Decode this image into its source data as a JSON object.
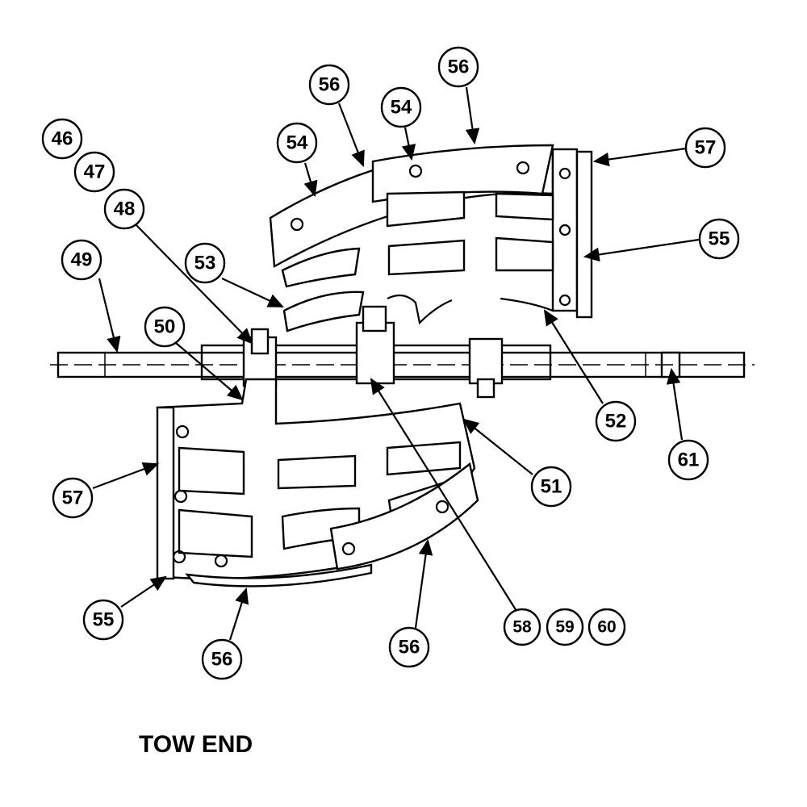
{
  "diagram": {
    "title": "TOW END",
    "callouts": [
      {
        "label": "46"
      },
      {
        "label": "47"
      },
      {
        "label": "48"
      },
      {
        "label": "49"
      },
      {
        "label": "50"
      },
      {
        "label": "53"
      },
      {
        "label": "54"
      },
      {
        "label": "56"
      },
      {
        "label": "54"
      },
      {
        "label": "56"
      },
      {
        "label": "57"
      },
      {
        "label": "55"
      },
      {
        "label": "52"
      },
      {
        "label": "61"
      },
      {
        "label": "51"
      },
      {
        "label": "57"
      },
      {
        "label": "55"
      },
      {
        "label": "56"
      },
      {
        "label": "56"
      },
      {
        "label": "58"
      },
      {
        "label": "59"
      },
      {
        "label": "60"
      }
    ]
  }
}
